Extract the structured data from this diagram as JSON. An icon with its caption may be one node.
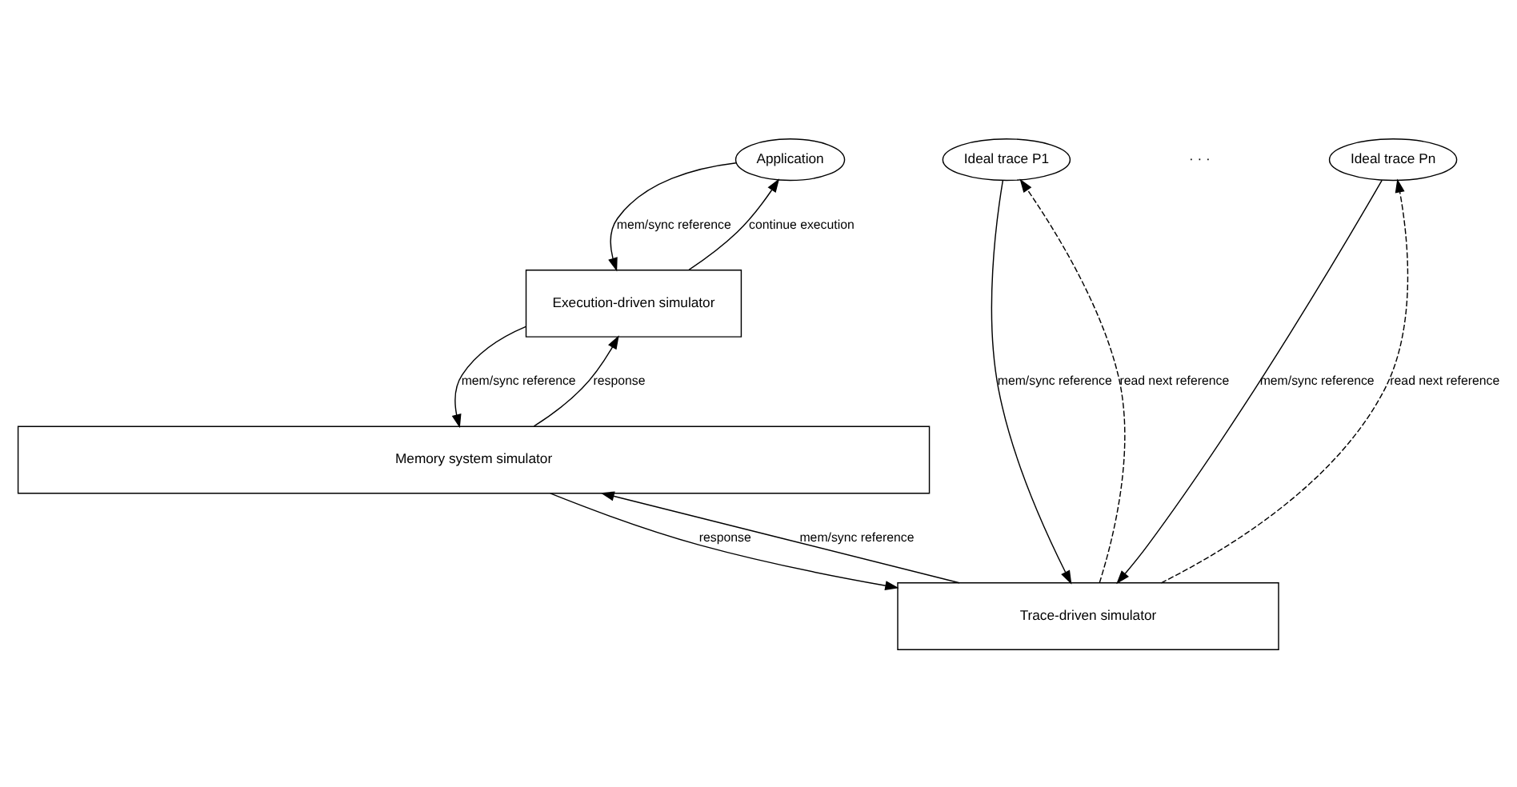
{
  "diagram": {
    "nodes": [
      {
        "text": [
          "Application"
        ]
      },
      {
        "text": [
          "Ideal trace P1"
        ]
      },
      {
        "text": [
          "Ideal trace Pn"
        ]
      },
      {
        "text": [
          "Execution-driven simulator"
        ]
      },
      {
        "text": [
          "Trace-driven simulator"
        ]
      },
      {
        "text": [
          "Memory system simulator"
        ]
      }
    ],
    "edges": [
      {
        "from": 0,
        "to": 3,
        "arrow": "to",
        "label": "mem/sync reference"
      },
      {
        "from": 3,
        "to": 0,
        "arrow": "to",
        "label": "continue execution"
      },
      {
        "from": 1,
        "to": 4,
        "arrow": "to",
        "label": "mem/sync reference"
      },
      {
        "from": 4,
        "to": 1,
        "arrow": "to",
        "label": "read next reference",
        "style": "dashed"
      },
      {
        "from": 2,
        "to": 4,
        "arrow": "to",
        "label": "mem/sync reference"
      },
      {
        "from": 4,
        "to": 2,
        "arrow": "to",
        "label": "read next reference",
        "style": "dashed"
      },
      {
        "from": 3,
        "to": 5,
        "arrow": "to",
        "label": "mem/sync reference"
      },
      {
        "from": 5,
        "to": 3,
        "arrow": "to",
        "label": "response"
      },
      {
        "from": 4,
        "to": 5,
        "arrow": "to",
        "label": "mem/sync reference"
      },
      {
        "from": 5,
        "to": 4,
        "arrow": "to",
        "label": "response"
      }
    ],
    "labels": [
      "· · ·"
    ]
  }
}
